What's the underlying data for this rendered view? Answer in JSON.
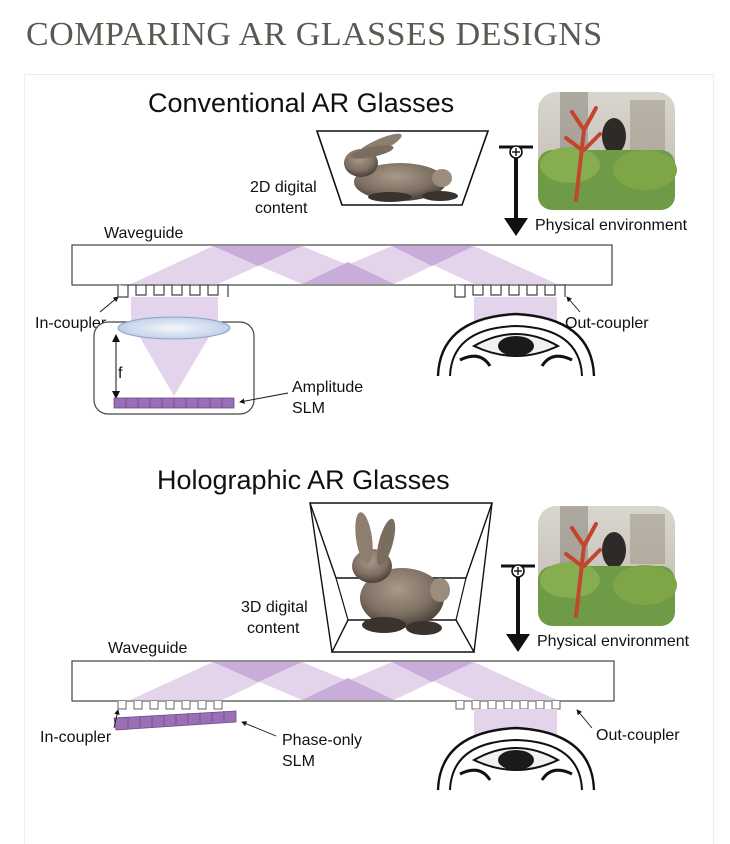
{
  "page": {
    "heading": "COMPARING AR GLASSES DESIGNS"
  },
  "conventional": {
    "title": "Conventional AR Glasses",
    "content_label_1": "2D digital",
    "content_label_2": "content",
    "physical_label": "Physical environment",
    "waveguide_label": "Waveguide",
    "in_coupler_label": "In-coupler",
    "out_coupler_label": "Out-coupler",
    "focal_label": "f",
    "slm_label_1": "Amplitude",
    "slm_label_2": "SLM"
  },
  "holographic": {
    "title": "Holographic AR Glasses",
    "content_label_1": "3D digital",
    "content_label_2": "content",
    "physical_label": "Physical environment",
    "waveguide_label": "Waveguide",
    "in_coupler_label": "In-coupler",
    "out_coupler_label": "Out-coupler",
    "slm_label_1": "Phase-only",
    "slm_label_2": "SLM"
  },
  "colors": {
    "light_purple": "#e3d4ec",
    "mid_purple": "#c8acd9",
    "slm_purple": "#9a6fb5",
    "lens_blue": "#bcd0e8"
  }
}
